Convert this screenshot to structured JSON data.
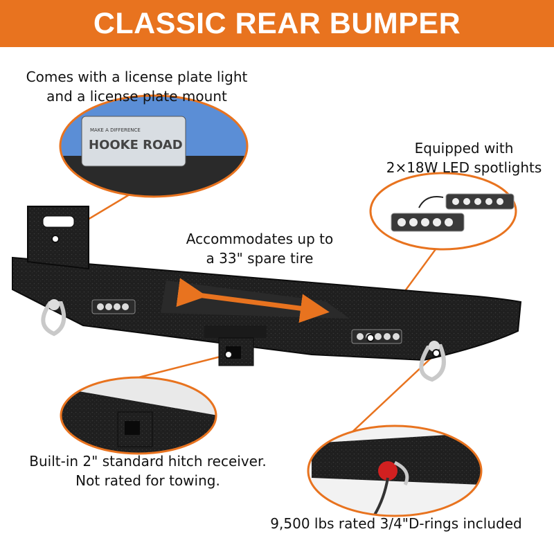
{
  "banner": {
    "title": "CLASSIC REAR BUMPER"
  },
  "callouts": {
    "license": {
      "line1": "Comes with a license plate light",
      "line2": "and a license plate mount"
    },
    "spotlights": {
      "line1": "Equipped with",
      "line2": "2×18W LED spotlights"
    },
    "tire": {
      "line1": "Accommodates up to",
      "line2": "a 33\" spare tire"
    },
    "hitch": {
      "line1": "Built-in 2\" standard hitch receiver.",
      "line2": "Not rated for towing."
    },
    "drings": {
      "line1": "9,500 lbs rated 3/4\"D-rings included"
    }
  },
  "plate": {
    "top": "MAKE A DIFFERENCE",
    "main": "HOOKE ROAD"
  },
  "colors": {
    "accent": "#e8731f",
    "bumper": "#1d1d1d",
    "text": "#111111"
  }
}
